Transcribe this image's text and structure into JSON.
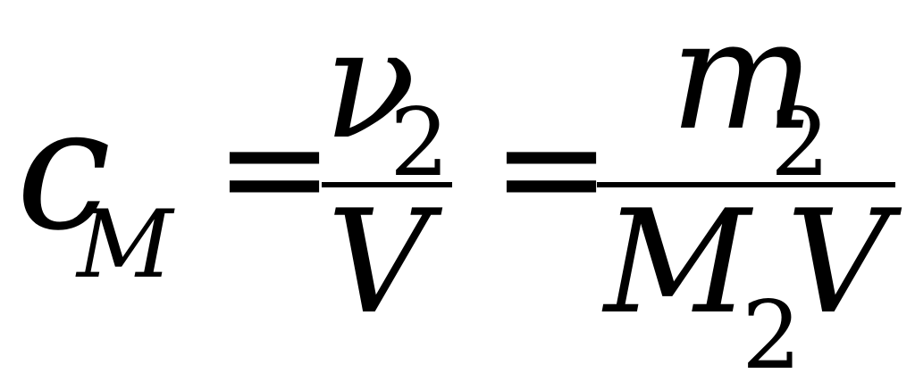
{
  "formula": {
    "lhs_symbol": "c",
    "lhs_subscript": "M",
    "eq1": "=",
    "frac1_num_symbol": "ν",
    "frac1_num_subscript": "2",
    "frac1_den": "V",
    "eq2": "=",
    "frac2_num_symbol": "m",
    "frac2_num_subscript": "2",
    "frac2_den_symbol": "M",
    "frac2_den_subscript": "2",
    "frac2_den_tail": "V"
  }
}
